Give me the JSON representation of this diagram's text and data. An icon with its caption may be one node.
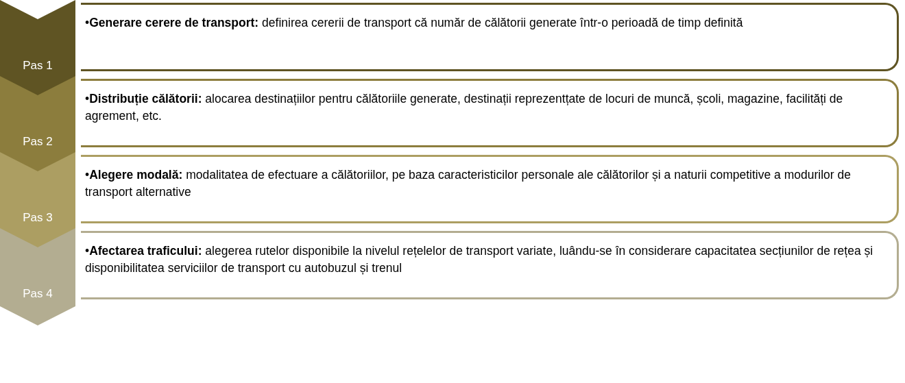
{
  "diagram": {
    "nodes": [
      {
        "text": [
          "Pas 1"
        ]
      },
      {
        "text": [
          "•**Generare cerere de transport:** definirea cererii de transport că număr de călătorii generate într-o perioadă de timp definită"
        ]
      },
      {
        "text": [
          "Pas 2"
        ]
      },
      {
        "text": [
          "•**Distribuție călătorii:** alocarea destinațiilor pentru călătoriile generate, destinații reprezentțate de locuri de muncă, școli, magazine, facilități de agrement, etc."
        ]
      },
      {
        "text": [
          "Pas 3"
        ]
      },
      {
        "text": [
          "•**Alegere modală:** modalitatea de efectuare a călătoriilor, pe baza caracteristicilor personale ale călătorilor și a naturii competitive a modurilor de transport alternative"
        ]
      },
      {
        "text": [
          "Pas 4"
        ]
      },
      {
        "text": [
          "•**Afectarea traficului:** alegerea rutelor disponibile la nivelul rețelelor de transport variate, luându-se în considerare capacitatea secțiunilor de rețea și disponibilitatea serviciilor de transport cu autobuzul și trenul"
        ]
      }
    ]
  }
}
